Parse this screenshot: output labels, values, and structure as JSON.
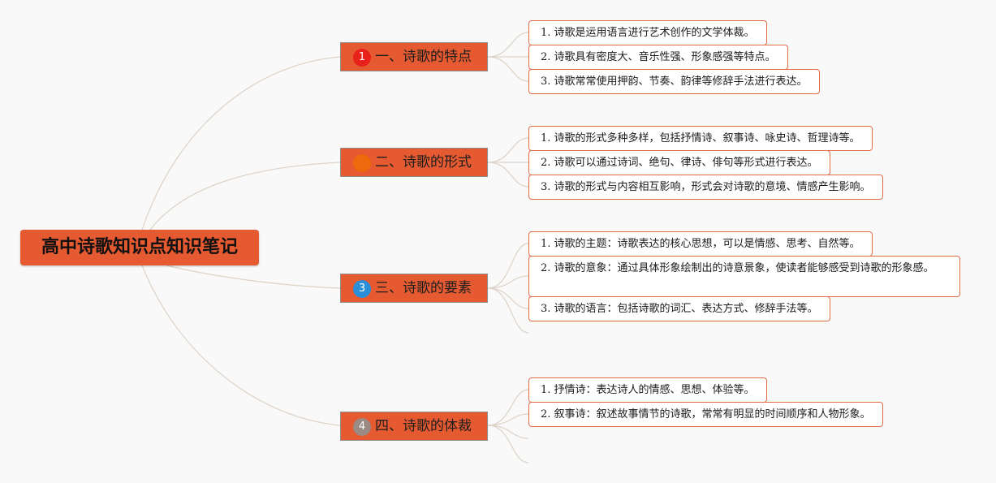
{
  "root": {
    "title": "高中诗歌知识点知识笔记"
  },
  "colors": {
    "node_fill": "#e55a30",
    "leaf_border": "#e26b47",
    "connector": "#ddd2c6",
    "badge_red": "#e8211a",
    "badge_orange": "#ec6a0c",
    "badge_blue": "#2a8fd6",
    "badge_gray": "#9b8a84"
  },
  "branches": [
    {
      "badge": "1",
      "badge_icon": "number-1-badge",
      "label": "一、诗歌的特点",
      "items": [
        "1. 诗歌是运用语言进行艺术创作的文学体裁。",
        "2. 诗歌具有密度大、音乐性强、形象感强等特点。",
        "3. 诗歌常常使用押韵、节奏、韵律等修辞手法进行表达。"
      ]
    },
    {
      "badge": "",
      "badge_icon": "number-2-badge",
      "label": "二、诗歌的形式",
      "items": [
        "1. 诗歌的形式多种多样，包括抒情诗、叙事诗、咏史诗、哲理诗等。",
        "2. 诗歌可以通过诗词、绝句、律诗、俳句等形式进行表达。",
        "3. 诗歌的形式与内容相互影响，形式会对诗歌的意境、情感产生影响。"
      ]
    },
    {
      "badge": "3",
      "badge_icon": "number-3-badge",
      "label": "三、诗歌的要素",
      "items": [
        "1. 诗歌的主题：诗歌表达的核心思想，可以是情感、思考、自然等。",
        "2. 诗歌的意象：通过具体形象绘制出的诗意景象，使读者能够感受到诗歌的形象感。",
        "3. 诗歌的语言：包括诗歌的词汇、表达方式、修辞手法等。"
      ]
    },
    {
      "badge": "4",
      "badge_icon": "number-4-badge",
      "label": "四、诗歌的体裁",
      "items": [
        "1. 抒情诗：表达诗人的情感、思想、体验等。",
        "2. 叙事诗：叙述故事情节的诗歌，常常有明显的时间顺序和人物形象。"
      ]
    }
  ]
}
